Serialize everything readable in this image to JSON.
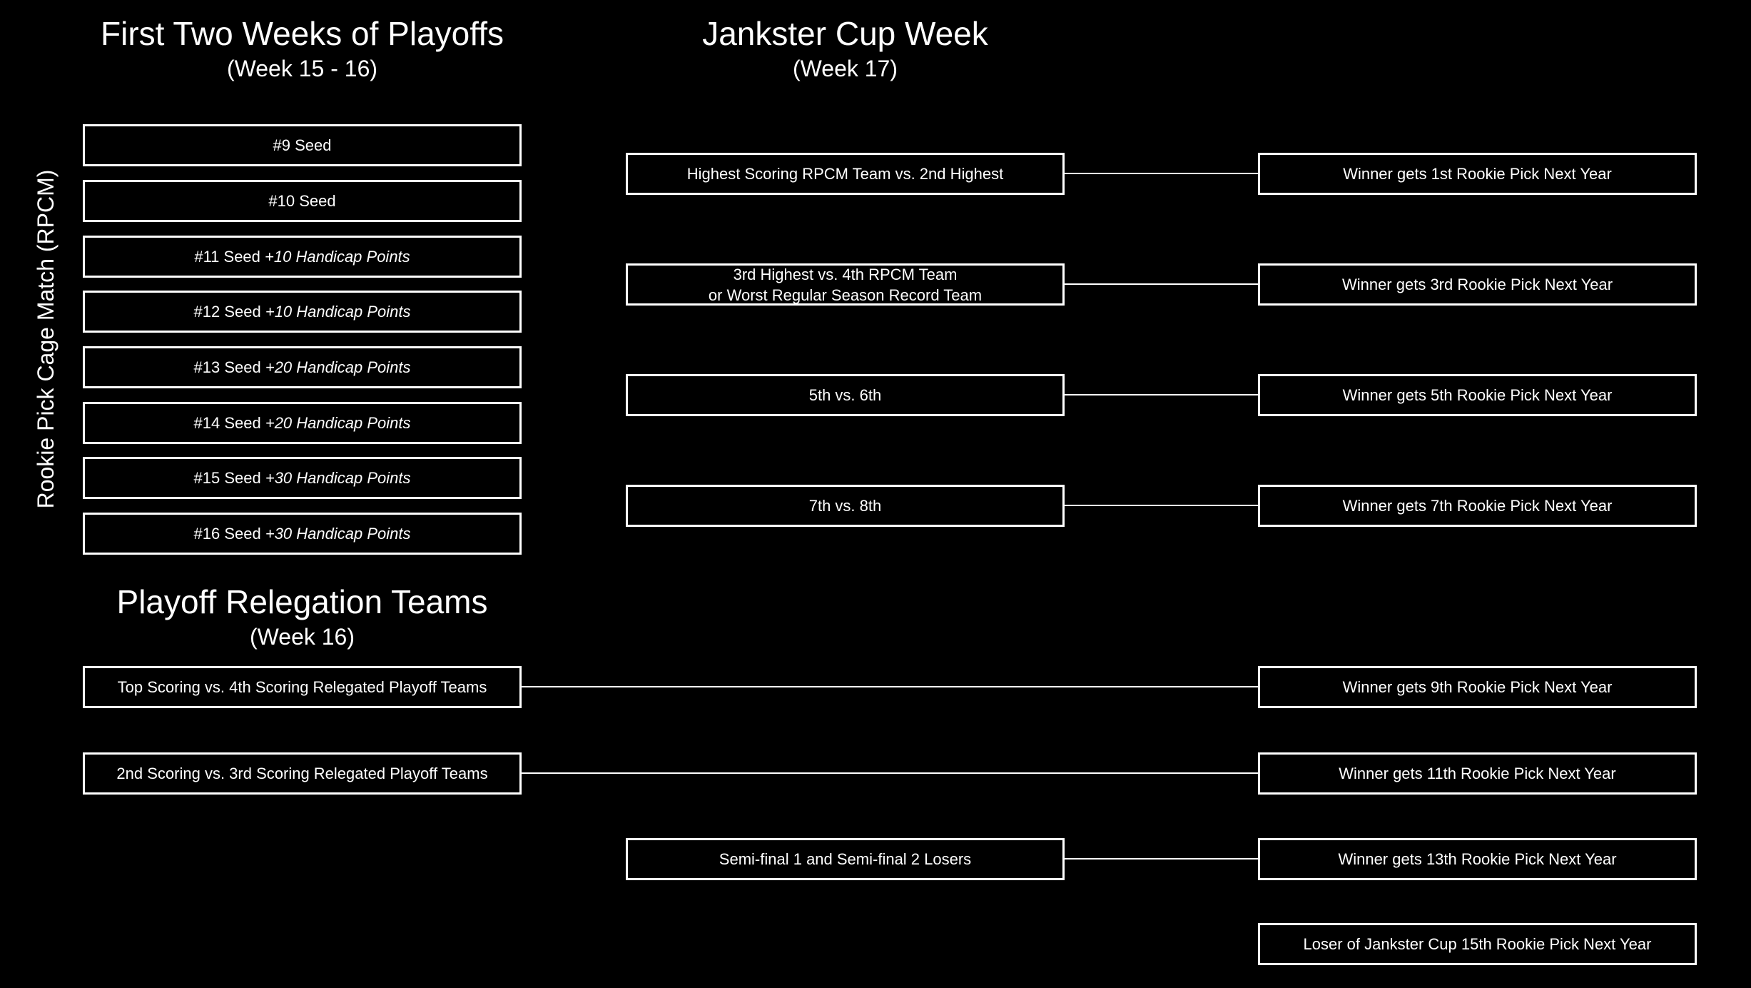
{
  "headings": {
    "first_two_weeks": {
      "title": "First Two Weeks of Playoffs",
      "subtitle": "(Week 15 - 16)"
    },
    "jankster_cup": {
      "title": "Jankster Cup Week",
      "subtitle": "(Week 17)"
    },
    "relegation": {
      "title": "Playoff Relegation Teams",
      "subtitle": "(Week 16)"
    }
  },
  "side_label": "Rookie Pick Cage Match (RPCM)",
  "seeds": [
    {
      "seed": "#9 Seed",
      "handicap": ""
    },
    {
      "seed": "#10 Seed",
      "handicap": ""
    },
    {
      "seed": "#11 Seed",
      "handicap": "+10 Handicap Points"
    },
    {
      "seed": "#12 Seed",
      "handicap": "+10 Handicap Points"
    },
    {
      "seed": "#13 Seed",
      "handicap": "+20 Handicap Points"
    },
    {
      "seed": "#14 Seed",
      "handicap": "+20 Handicap Points"
    },
    {
      "seed": "#15 Seed",
      "handicap": "+30 Handicap Points"
    },
    {
      "seed": "#16 Seed",
      "handicap": "+30 Handicap Points"
    }
  ],
  "matchups": [
    {
      "line1": "Highest Scoring RPCM Team vs. 2nd Highest",
      "line2": ""
    },
    {
      "line1": "3rd Highest vs. 4th RPCM Team",
      "line2": "or Worst Regular Season Record Team"
    },
    {
      "line1": "5th vs. 6th",
      "line2": ""
    },
    {
      "line1": "7th vs. 8th",
      "line2": ""
    }
  ],
  "relegation_matchups": [
    "Top Scoring vs. 4th Scoring Relegated Playoff Teams",
    "2nd Scoring vs. 3rd Scoring Relegated Playoff Teams"
  ],
  "semifinal_losers": "Semi-final 1 and Semi-final 2 Losers",
  "outcomes": [
    "Winner gets 1st Rookie Pick Next Year",
    "Winner gets 3rd Rookie Pick Next Year",
    "Winner gets 5th Rookie Pick Next Year",
    "Winner gets 7th Rookie Pick Next Year",
    "Winner gets 9th Rookie Pick Next Year",
    "Winner gets 11th Rookie Pick Next Year",
    "Winner gets 13th Rookie Pick Next Year",
    "Loser of Jankster Cup 15th Rookie Pick Next Year"
  ]
}
